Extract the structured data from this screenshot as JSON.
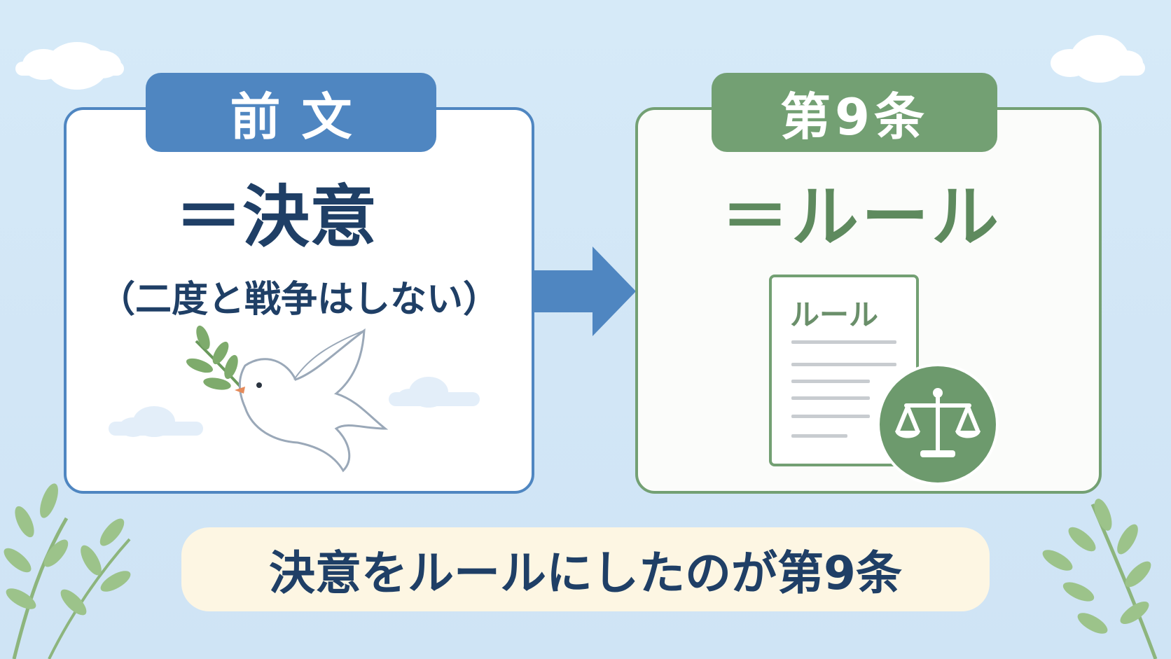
{
  "left": {
    "tab": "前文",
    "main": "＝決意",
    "sub": "（二度と戦争はしない）"
  },
  "right": {
    "tab": "第9条",
    "main": "＝ルール",
    "doc_title": "ルール"
  },
  "conclusion": "決意をルールにしたのが第9条",
  "icons": [
    "cloud-icon",
    "dove-icon",
    "olive-branch-icon",
    "arrow-right-icon",
    "document-icon",
    "scales-icon",
    "leaf-branch-icon"
  ],
  "colors": {
    "background": "#d6eaf8",
    "left_accent": "#4f86c1",
    "right_accent": "#73a073",
    "text_dark": "#1f3f66",
    "conclusion_bg": "#fdf6e3"
  }
}
